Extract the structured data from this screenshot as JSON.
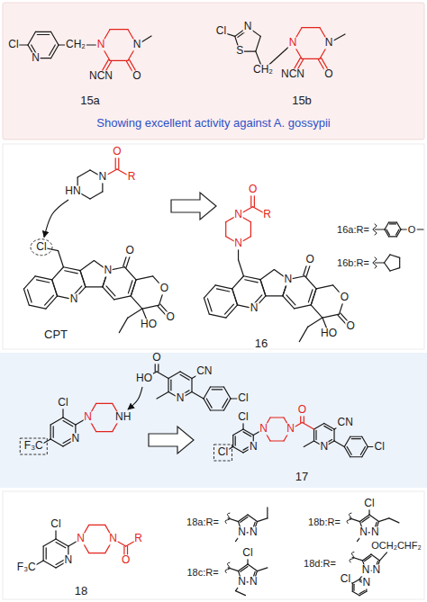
{
  "diagram": {
    "nodes": [
      {
        "text": [
          "Showing excellent activity against A. gossypii"
        ]
      }
    ],
    "labels": [
      "Cl",
      "N",
      "CH₂",
      "N",
      "N",
      "NCN",
      "O",
      "15a",
      "Cl",
      "N",
      "S",
      "CH₂",
      "N",
      "N",
      "NCN",
      "O",
      "15b",
      "HN",
      "N",
      "O",
      "R",
      "Cl",
      "N",
      "N",
      "O",
      "O",
      "O",
      "HO",
      "CPT",
      "N",
      "N",
      "O",
      "R",
      "N",
      "N",
      "O",
      "O",
      "O",
      "HO",
      "16",
      "16a:R=",
      "O",
      "16b:R=",
      "HO",
      "O",
      "CN",
      "N",
      "Cl",
      "F₃C",
      "Cl",
      "N",
      "N",
      "NH",
      "Cl",
      "Cl",
      "N",
      "N",
      "N",
      "O",
      "CN",
      "N",
      "Cl",
      "17",
      "F₃C",
      "Cl",
      "N",
      "N",
      "N",
      "O",
      "R",
      "18",
      "18a:R=",
      "N",
      "N",
      "18b:R=",
      "Cl",
      "N",
      "N",
      "18c:R=",
      "Cl",
      "N",
      "N",
      "18d:R=",
      "OCH₂CHF₂",
      "N",
      "N",
      "N",
      "Cl"
    ]
  }
}
